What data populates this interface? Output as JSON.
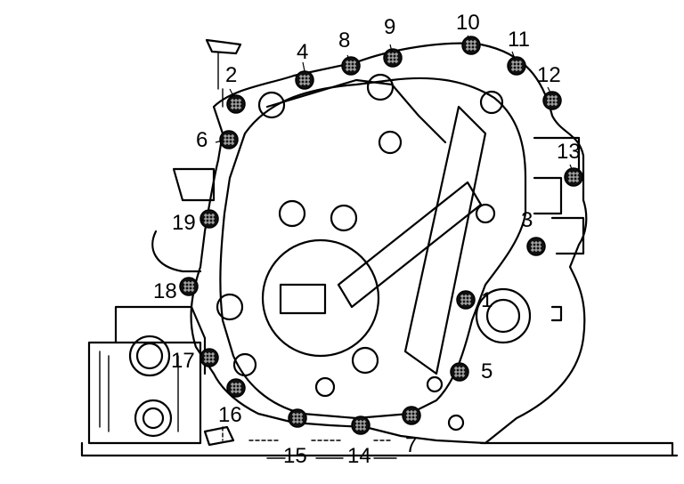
{
  "diagram": {
    "bolt_labels": [
      "1",
      "2",
      "3",
      "4",
      "5",
      "6",
      "7",
      "8",
      "9",
      "10",
      "11",
      "12",
      "13",
      "14",
      "15",
      "16",
      "17",
      "18",
      "19"
    ]
  }
}
